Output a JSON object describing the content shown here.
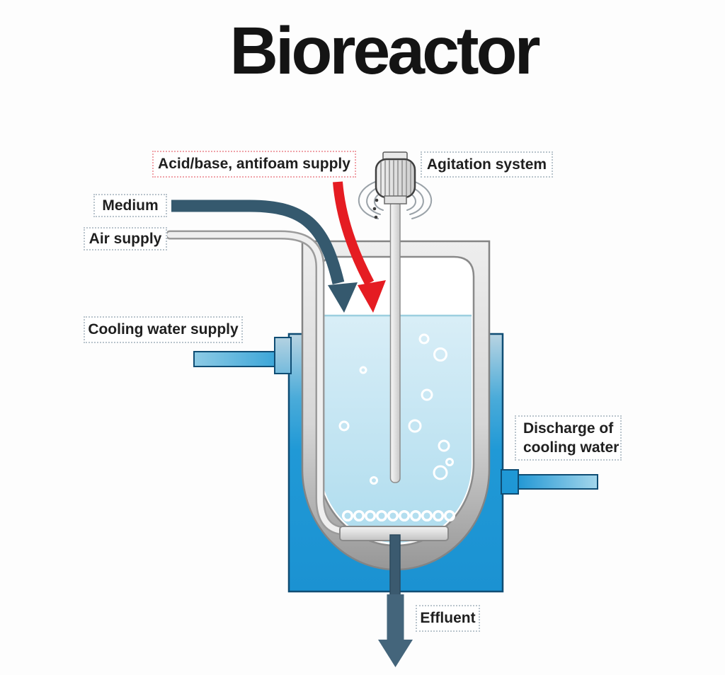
{
  "title": "Bioreactor",
  "labels": {
    "acid_base": "Acid/base, antifoam supply",
    "agitation": "Agitation system",
    "medium": "Medium",
    "air_supply": "Air supply",
    "cooling_supply": "Cooling water supply",
    "discharge": "Discharge of cooling water",
    "effluent": "Effluent"
  },
  "colors": {
    "jacket_blue": "#1e97d4",
    "jacket_blue_light": "#b9d4e2",
    "liquid_blue": "#c3e5f2",
    "vessel_wall_gray": "#d9d9d9",
    "medium_arrow": "#35596e",
    "acid_arrow": "#e51c22",
    "effluent_arrow": "#44657b",
    "label_border": "#b9c4cc",
    "acid_label_border": "#f0a3a9",
    "text": "#1f1f1f"
  }
}
